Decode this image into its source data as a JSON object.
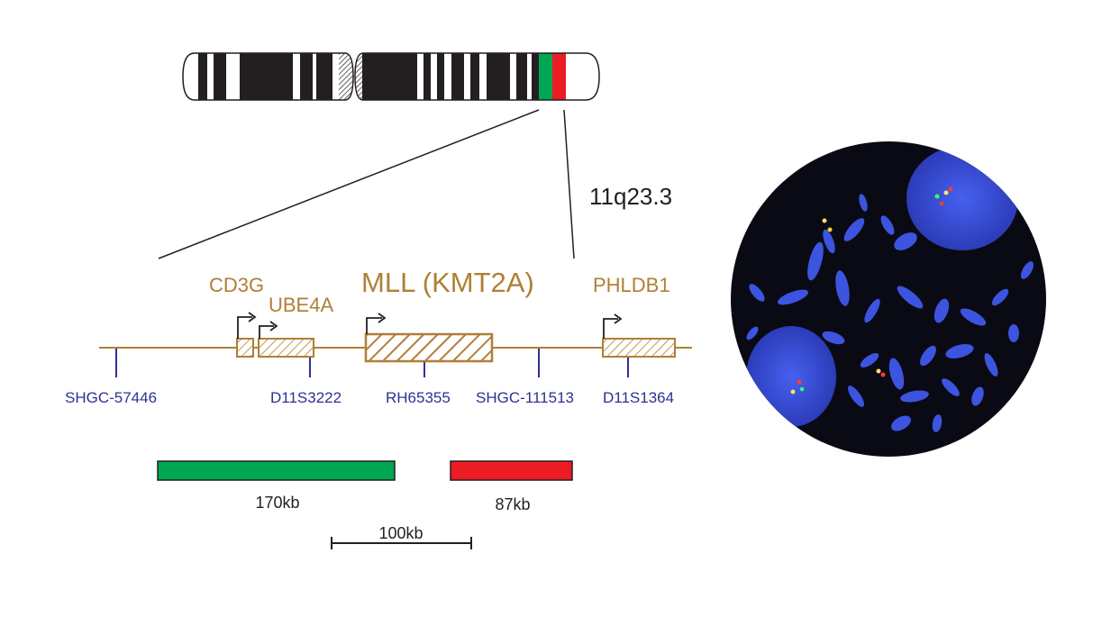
{
  "chromosome": {
    "band_label": "11q23.3"
  },
  "genes": [
    {
      "name": "CD3G"
    },
    {
      "name": "UBE4A"
    },
    {
      "name": "MLL (KMT2A)"
    },
    {
      "name": "PHLDB1"
    }
  ],
  "markers": [
    {
      "name": "SHGC-57446"
    },
    {
      "name": "D11S3222"
    },
    {
      "name": "RH65355"
    },
    {
      "name": "SHGC-111513"
    },
    {
      "name": "D11S1364"
    }
  ],
  "probes": [
    {
      "label": "170kb",
      "color": "#00a651"
    },
    {
      "label": "87kb",
      "color": "#ed1c24"
    }
  ],
  "scale_bar": {
    "label": "100kb"
  },
  "colors": {
    "gene": "#b07f36",
    "marker": "#2e3192",
    "probe_green": "#00a651",
    "probe_red": "#ed1c24",
    "fish_background": "#0a0a14",
    "nucleus_blue": "#3a4fd8"
  }
}
